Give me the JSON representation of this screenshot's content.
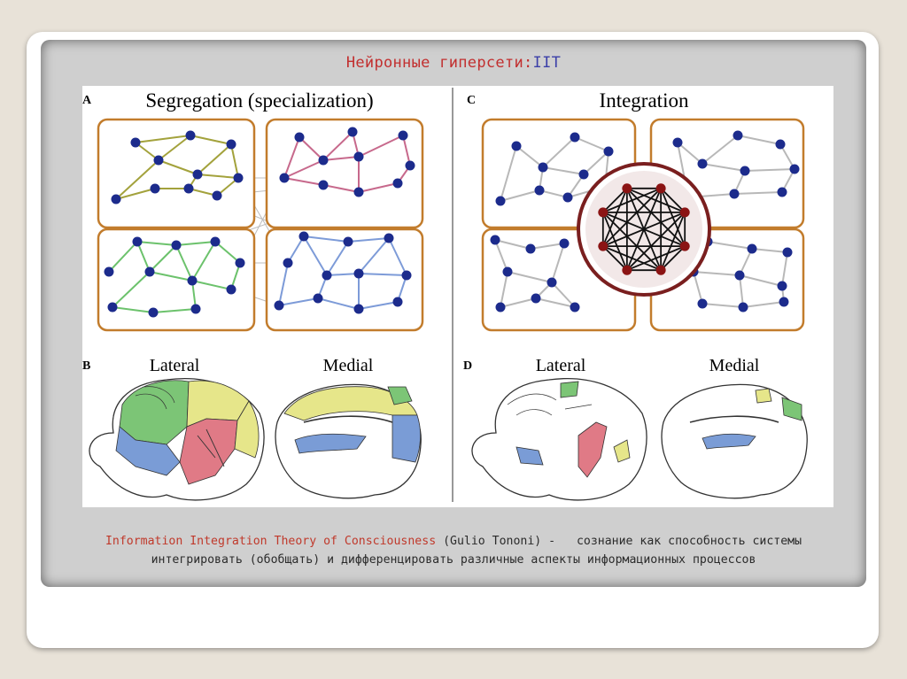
{
  "slide": {
    "title_ru": "Нейронные гиперсети:",
    "title_iit": "IIT"
  },
  "figure": {
    "panel_a": {
      "letter": "A",
      "heading": "Segregation (specialization)"
    },
    "panel_b": {
      "letter": "B",
      "lateral": "Lateral",
      "medial": "Medial"
    },
    "panel_c": {
      "letter": "C",
      "heading": "Integration"
    },
    "panel_d": {
      "letter": "D",
      "lateral": "Lateral",
      "medial": "Medial"
    }
  },
  "colors": {
    "module_border": "#c27c2c",
    "node": "#1c2b8c",
    "hub_node": "#8b1414",
    "green": "#7cc576",
    "yellow": "#e6e68a",
    "pink": "#e07a86",
    "blue": "#7a9cd6",
    "olive_edge": "#a3a23c",
    "pink_edge": "#c7698c",
    "green_edge": "#6cc26c",
    "blue_edge": "#7d9bd8"
  },
  "caption": {
    "theory": "Information Integration Theory of Consciousness",
    "author": " (Gulio Tononi) -",
    "line1_rest": "сознание как способность системы",
    "line2": "интегрировать (обобщать) и дифференцировать различные аспекты информационных процессов"
  }
}
